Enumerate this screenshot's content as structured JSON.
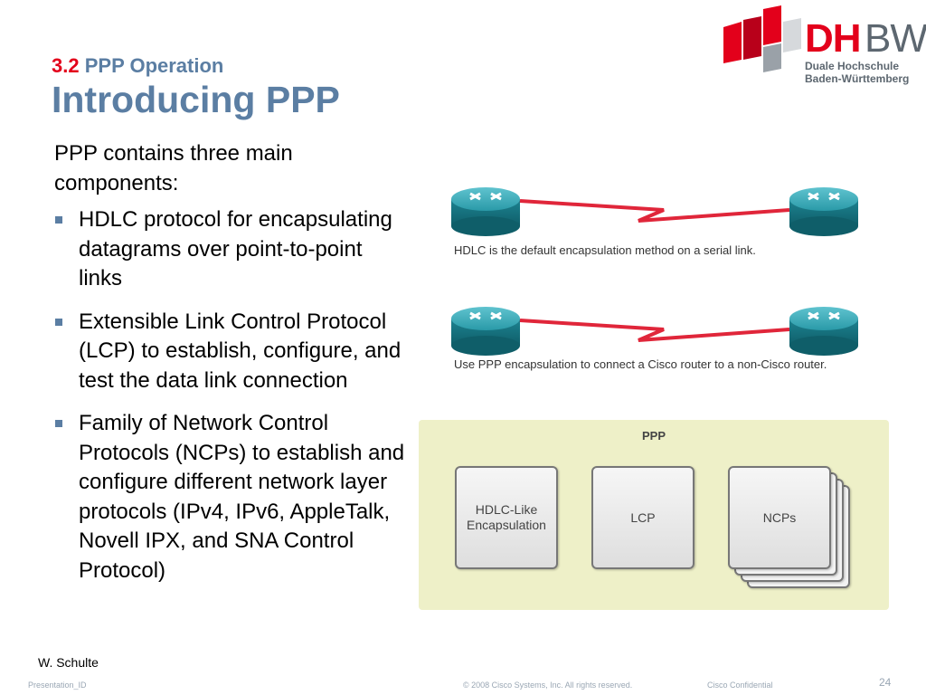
{
  "header": {
    "section_number": "3.2",
    "section_title": "PPP Operation",
    "slide_title": "Introducing PPP"
  },
  "logo": {
    "brand_dh": "DH",
    "brand_bw": "BW",
    "subtitle_line1": "Duale Hochschule",
    "subtitle_line2": "Baden-Württemberg",
    "colors": {
      "red": "#e3001b",
      "gray": "#5d6770"
    }
  },
  "content": {
    "intro": "PPP contains three main components:",
    "bullets": [
      "HDLC protocol for encapsulating datagrams over point-to-point links",
      "Extensible Link Control Protocol (LCP) to establish, configure, and test the data link connection",
      "Family of Network Control Protocols (NCPs) to establish and configure different network layer protocols (IPv4, IPv6, AppleTalk, Novell IPX, and SNA Control Protocol)"
    ]
  },
  "diagram": {
    "link1_caption": "HDLC is the default encapsulation method on a serial link.",
    "link2_caption": "Use PPP encapsulation to connect a Cisco router to a non-Cisco router.",
    "ppp_label": "PPP",
    "components": {
      "hdlc": "HDLC-Like Encapsulation",
      "lcp": "LCP",
      "ncps": "NCPs"
    },
    "colors": {
      "router": "#1f8a99",
      "serial_link": "#e0263a",
      "ppp_background": "#eef0c8"
    }
  },
  "footer": {
    "author": "W. Schulte",
    "presentation_id": "Presentation_ID",
    "copyright": "© 2008 Cisco Systems, Inc. All rights reserved.",
    "confidential": "Cisco Confidential",
    "page_number": "24"
  }
}
